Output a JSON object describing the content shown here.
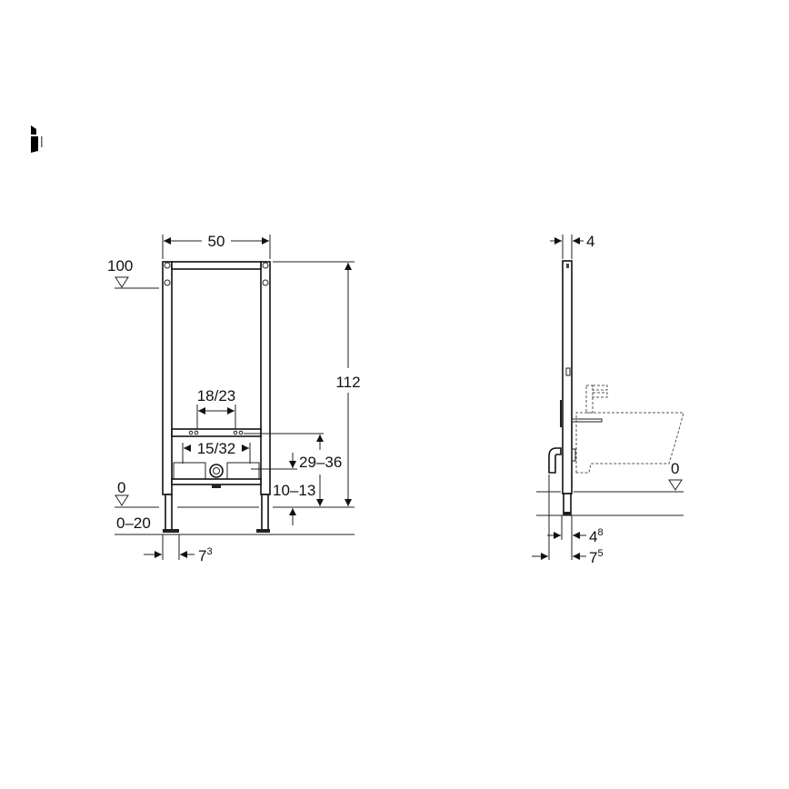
{
  "logo": {
    "text": "G"
  },
  "front_view": {
    "width_label": "50",
    "height_label": "112",
    "level_top_label": "100",
    "level_floor_label": "0",
    "floor_range_label": "0–20",
    "hole_spacing_label": "18/23",
    "connection_spacing_label": "15/32",
    "connection_height_label": "29–36",
    "bar_height_label": "10–13",
    "foot_offset_label": "7",
    "foot_offset_sup": "3"
  },
  "side_view": {
    "depth_label": "4",
    "level_floor_label": "0",
    "offset1_label": "4",
    "offset1_sup": "8",
    "offset2_label": "7",
    "offset2_sup": "5"
  }
}
